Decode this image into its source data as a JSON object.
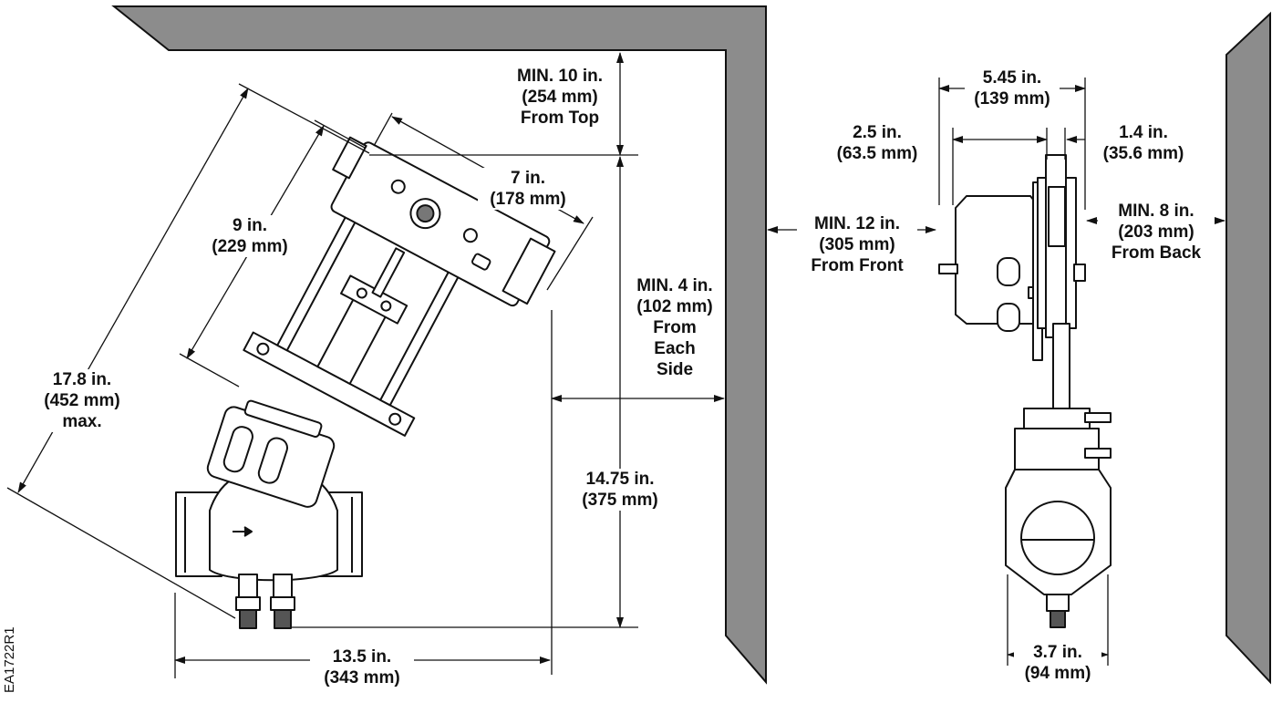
{
  "figure_id": "EA1722R1",
  "colors": {
    "wall_fill": "#8c8c8c",
    "line": "#111111",
    "body_fill": "#ffffff"
  },
  "dimensions": {
    "min_top": {
      "line1": "MIN. 10 in.",
      "line2": "(254 mm)",
      "line3": "From Top"
    },
    "actuator_width": {
      "line1": "7 in.",
      "line2": "(178 mm)"
    },
    "actuator_height": {
      "line1": "9 in.",
      "line2": "(229 mm)"
    },
    "overall_length": {
      "line1": "17.8 in.",
      "line2": "(452 mm)",
      "line3": "max."
    },
    "min_side": {
      "line1": "MIN. 4 in.",
      "line2": "(102 mm)",
      "line3": "From",
      "line4": "Each",
      "line5": "Side"
    },
    "height_to_wall": {
      "line1": "14.75 in.",
      "line2": "(375 mm)"
    },
    "body_length": {
      "line1": "13.5 in.",
      "line2": "(343 mm)"
    },
    "side_width": {
      "line1": "5.45 in.",
      "line2": "(139 mm)"
    },
    "front_offset": {
      "line1": "2.5 in.",
      "line2": "(63.5 mm)"
    },
    "back_offset": {
      "line1": "1.4 in.",
      "line2": "(35.6 mm)"
    },
    "min_front": {
      "line1": "MIN. 12 in.",
      "line2": "(305 mm)",
      "line3": "From Front"
    },
    "min_back": {
      "line1": "MIN. 8 in.",
      "line2": "(203 mm)",
      "line3": "From Back"
    },
    "body_width": {
      "line1": "3.7 in.",
      "line2": "(94 mm)"
    }
  }
}
